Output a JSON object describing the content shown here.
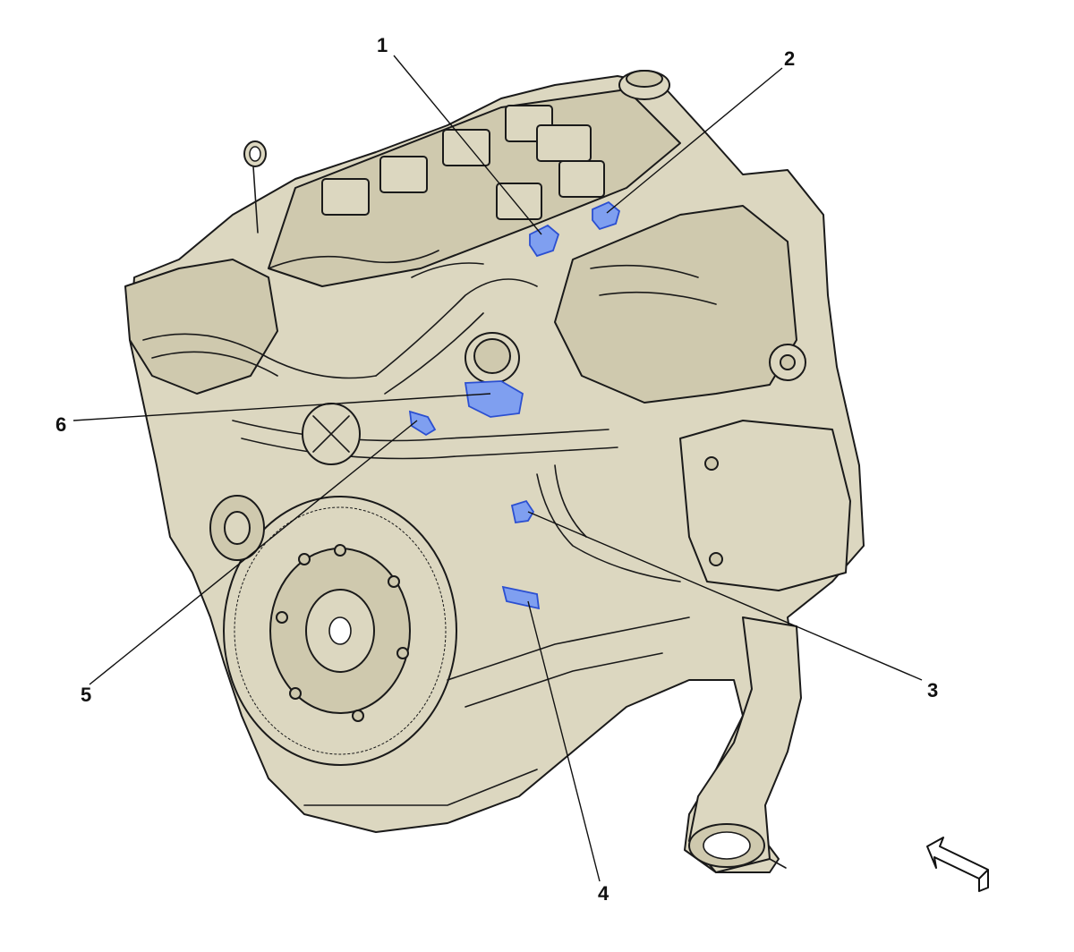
{
  "callouts": [
    {
      "id": "1",
      "label": "1"
    },
    {
      "id": "2",
      "label": "2"
    },
    {
      "id": "3",
      "label": "3"
    },
    {
      "id": "4",
      "label": "4"
    },
    {
      "id": "5",
      "label": "5"
    },
    {
      "id": "6",
      "label": "6"
    }
  ],
  "colors": {
    "engine_fill": "#dcd7c0",
    "engine_fill_dark": "#c9c3a8",
    "outline": "#1a1a1a",
    "highlight": "#7f9ff0",
    "highlight_stroke": "#2b4fd1",
    "background": "#ffffff"
  },
  "icons": {
    "direction_arrow": "arrow-up-left-icon"
  }
}
